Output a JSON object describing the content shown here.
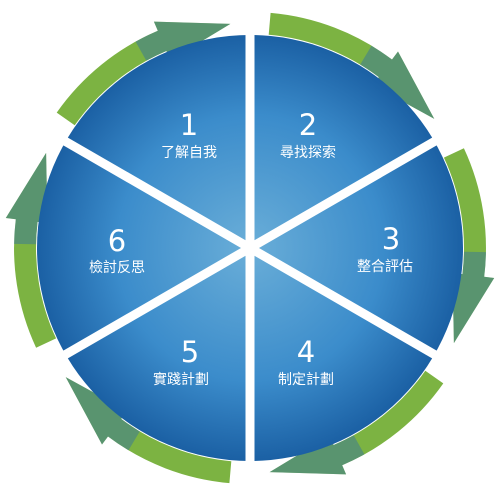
{
  "colors": {
    "segment_center": "#6aaed8",
    "segment_mid": "#3b8ccb",
    "segment_edge": "#1a5fa3",
    "arrow_green": "#7cb342",
    "arrow_blue": "#2e6fa6",
    "divider": "#ffffff"
  },
  "steps": [
    {
      "number": "1",
      "label": "了解自我"
    },
    {
      "number": "2",
      "label": "尋找探索"
    },
    {
      "number": "3",
      "label": "整合評估"
    },
    {
      "number": "4",
      "label": "制定計劃"
    },
    {
      "number": "5",
      "label": "實踐計劃"
    },
    {
      "number": "6",
      "label": "檢討反思"
    }
  ]
}
